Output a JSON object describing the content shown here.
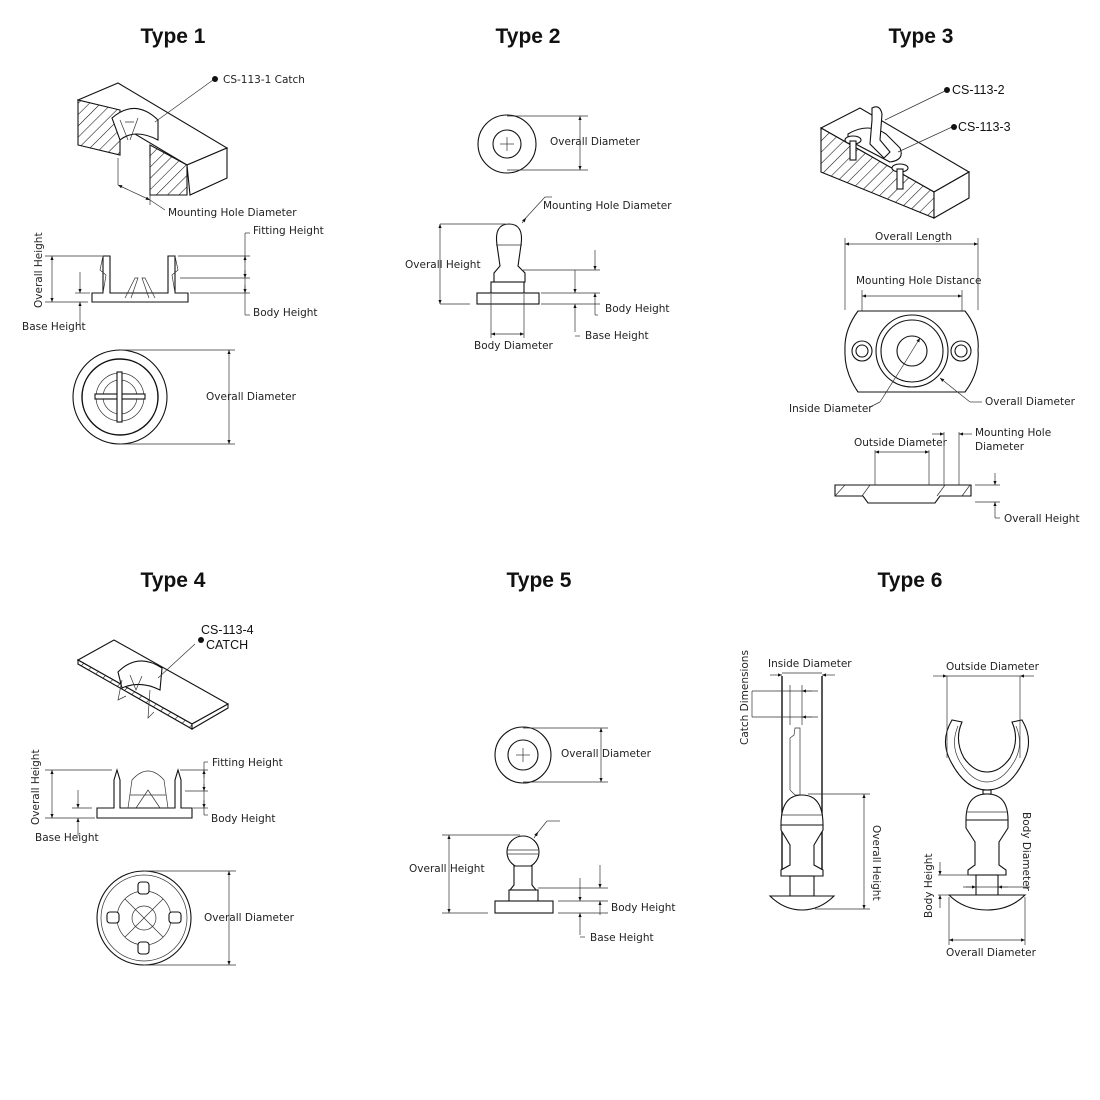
{
  "sheet": {
    "type1": {
      "title": "Type 1",
      "catch_label": "CS-113-1 Catch",
      "mounting_hole_diameter": "Mounting Hole Diameter",
      "fitting_height": "Fitting Height",
      "overall_height": "Overall Height",
      "body_height": "Body Height",
      "base_height": "Base Height",
      "overall_diameter": "Overall Diameter"
    },
    "type2": {
      "title": "Type 2",
      "overall_diameter": "Overall Diameter",
      "mounting_hole_diameter": "Mounting Hole Diameter",
      "overall_height": "Overall Height",
      "body_height": "Body Height",
      "base_height": "Base Height",
      "body_diameter": "Body Diameter"
    },
    "type3": {
      "title": "Type 3",
      "part_a": "CS-113-2",
      "part_b": "CS-113-3",
      "overall_length": "Overall Length",
      "mounting_hole_distance": "Mounting Hole Distance",
      "inside_diameter": "Inside Diameter",
      "overall_diameter": "Overall Diameter",
      "outside_diameter": "Outside Diameter",
      "mounting_hole_diameter_line1": "Mounting Hole",
      "mounting_hole_diameter_line2": "Diameter",
      "overall_height": "Overall Height"
    },
    "type4": {
      "title": "Type 4",
      "catch_line1": "CS-113-4",
      "catch_line2": "CATCH",
      "fitting_height": "Fitting Height",
      "overall_height": "Overall Height",
      "body_height": "Body Height",
      "base_height": "Base Height",
      "overall_diameter": "Overall Diameter"
    },
    "type5": {
      "title": "Type 5",
      "overall_diameter": "Overall Diameter",
      "overall_height": "Overall Height",
      "body_height": "Body Height",
      "base_height": "Base Height"
    },
    "type6": {
      "title": "Type 6",
      "inside_diameter": "Inside Diameter",
      "catch_dimensions": "Catch Dimensions",
      "overall_height": "Overall Height",
      "outside_diameter": "Outside Diameter",
      "body_diameter": "Body Diameter",
      "body_height": "Body Height",
      "overall_diameter": "Overall Diameter"
    }
  }
}
